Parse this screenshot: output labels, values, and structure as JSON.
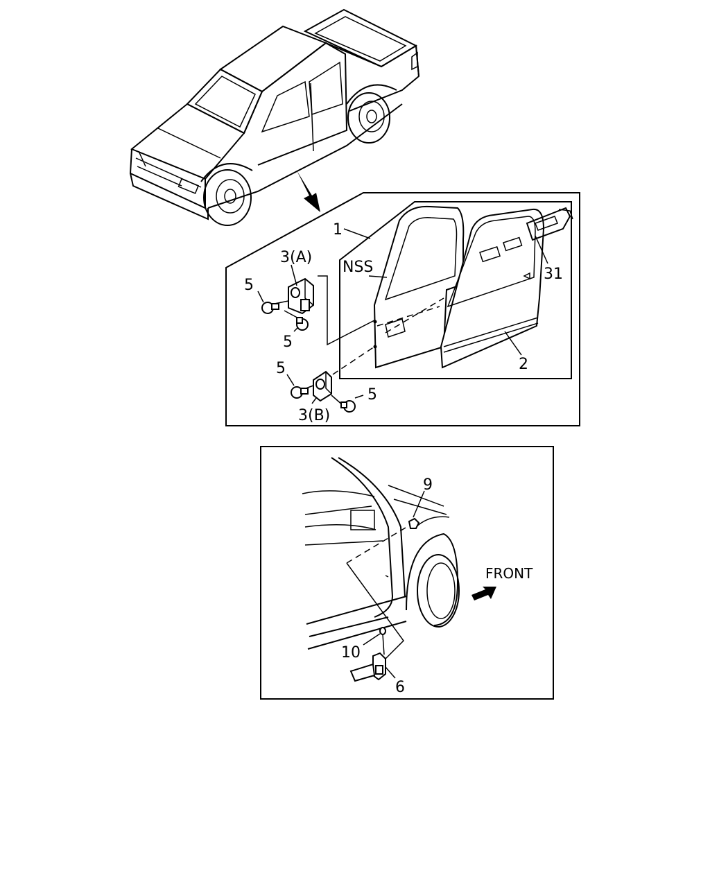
{
  "diagram": {
    "upper_panel": {
      "labels": {
        "door_assembly": "1",
        "door_panel": "2",
        "hinge_upper": "3(A)",
        "hinge_lower": "3(B)",
        "bolt_1": "5",
        "bolt_2": "5",
        "bolt_3": "5",
        "bolt_4": "5",
        "nss": "NSS",
        "part_31": "31"
      }
    },
    "lower_panel": {
      "labels": {
        "part_9": "9",
        "part_10": "10",
        "part_6": "6",
        "front": "FRONT"
      }
    }
  }
}
